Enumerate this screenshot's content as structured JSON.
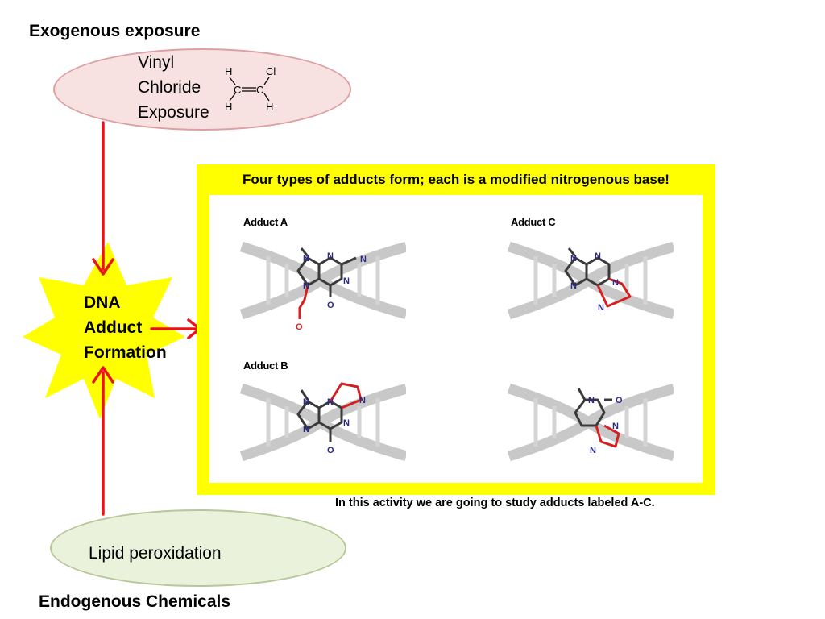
{
  "exogenous": {
    "title": "Exogenous exposure",
    "label_lines": [
      "Vinyl",
      "Chloride",
      "Exposure"
    ]
  },
  "vinyl_chloride_molecule": {
    "atoms": [
      "H",
      "Cl",
      "C",
      "C",
      "H",
      "H"
    ]
  },
  "center": {
    "label_lines": [
      "DNA",
      "Adduct",
      "Formation"
    ]
  },
  "endogenous": {
    "title": "Endogenous Chemicals",
    "label": "Lipid peroxidation"
  },
  "panel": {
    "title": "Four types of adducts form; each is a modified nitrogenous base!",
    "footnote": "In this activity we are going to study adducts labeled A-C.",
    "adducts": [
      {
        "title": "Adduct A",
        "atoms": {
          "n1": "N",
          "n2": "N",
          "n3": "N",
          "n4": "N",
          "n5": "N",
          "o1": "O",
          "o2": "O"
        }
      },
      {
        "title": "Adduct C",
        "atoms": {
          "n1": "N",
          "n2": "N",
          "n3": "N",
          "n4": "N",
          "n5": "N"
        }
      },
      {
        "title": "Adduct B",
        "atoms": {
          "n1": "N",
          "n2": "N",
          "n3": "N",
          "n4": "N",
          "n5": "N",
          "o1": "O"
        }
      },
      {
        "title": "",
        "atoms": {
          "n1": "N",
          "n2": "N",
          "n3": "N",
          "o1": "O"
        }
      }
    ]
  },
  "colors": {
    "arrow": "#e8141c",
    "star": "#ffff00",
    "panel": "#ffff00",
    "vinyl_fill": "#f8e1e1",
    "lipid_fill": "#eaf2dc",
    "adduct_highlight": "#d42020",
    "dna_helix": "#c8c8c8"
  }
}
